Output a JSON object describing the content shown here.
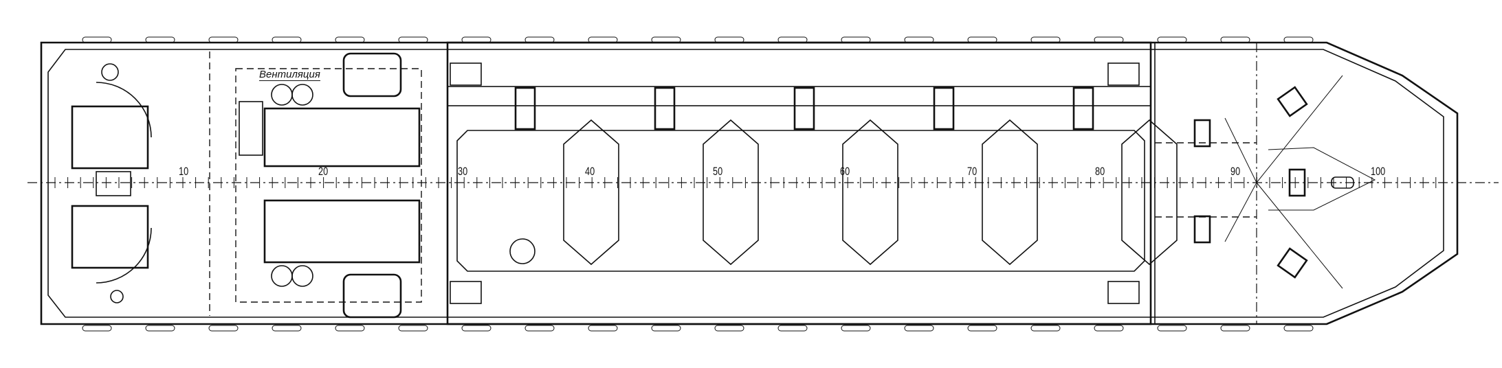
{
  "drawing": {
    "title_note": "Вентиляция",
    "frame_numbers": [
      "10",
      "20",
      "30",
      "40",
      "50",
      "60",
      "70",
      "80",
      "90",
      "100"
    ],
    "line_color": "#111111",
    "background": "#ffffff"
  }
}
